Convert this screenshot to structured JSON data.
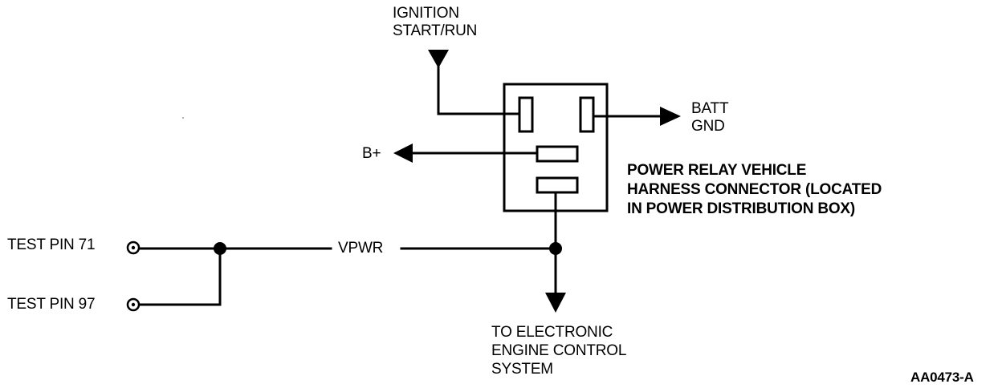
{
  "labels": {
    "ignition_line1": "IGNITION",
    "ignition_line2": "START/RUN",
    "batt": "BATT",
    "gnd": "GND",
    "b_plus": "B+",
    "connector_line1": "POWER RELAY VEHICLE",
    "connector_line2": "HARNESS CONNECTOR (LOCATED",
    "connector_line3": "IN POWER DISTRIBUTION BOX)",
    "test_pin_71": "TEST PIN 71",
    "test_pin_97": "TEST PIN 97",
    "vpwr": "VPWR",
    "eec_line1": "TO ELECTRONIC",
    "eec_line2": "ENGINE CONTROL",
    "eec_line3": "SYSTEM",
    "figure_id": "AA0473-A"
  }
}
